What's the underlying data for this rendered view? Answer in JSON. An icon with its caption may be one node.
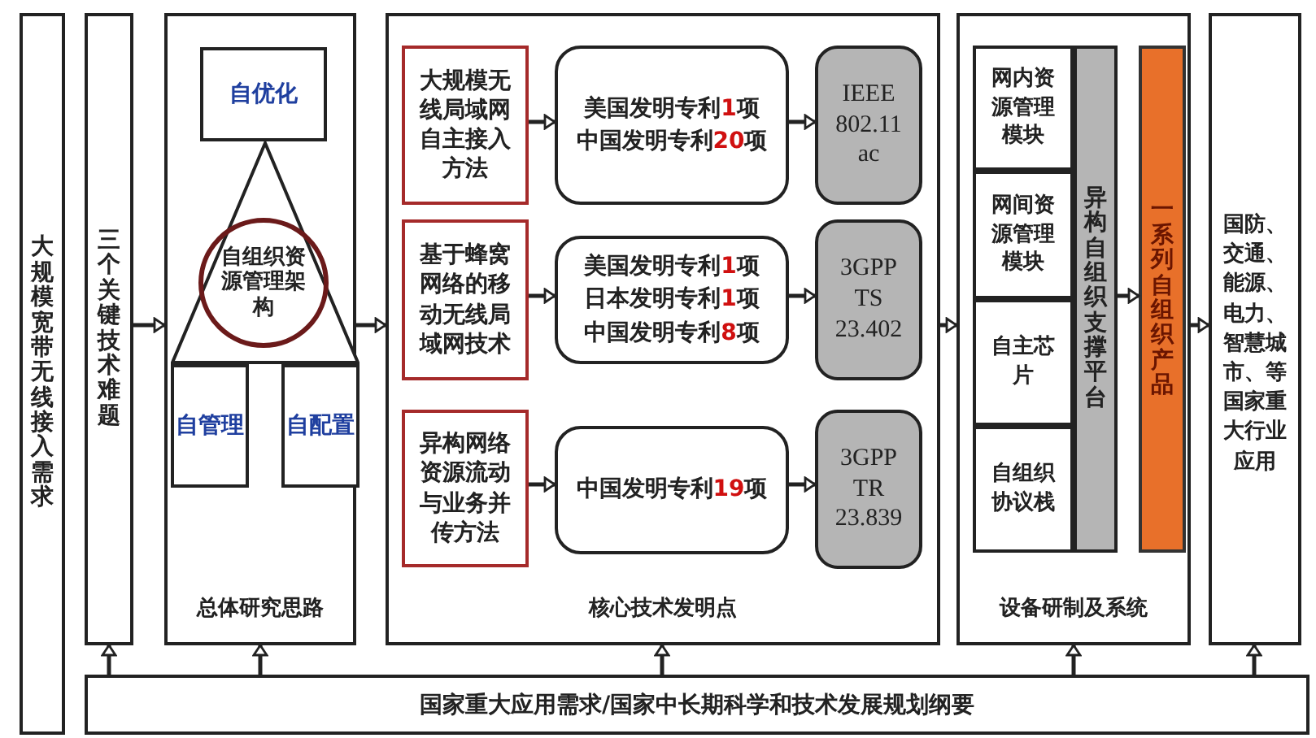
{
  "diagram": {
    "nodes": [
      {
        "text": [
          "大规模宽带无线接入需求"
        ]
      },
      {
        "text": [
          "三个关键技术难题"
        ]
      },
      {
        "text": [
          "总体研究思路"
        ]
      },
      {
        "text": [
          "自优化"
        ],
        "in": 2
      },
      {
        "text": [],
        "shape": "triangle",
        "in": 2
      },
      {
        "text": [
          "自组织资源管理架构"
        ],
        "in": 4
      },
      {
        "text": [
          "自管理"
        ],
        "in": 2
      },
      {
        "text": [
          "自配置"
        ],
        "in": 2
      },
      {
        "text": [
          "核心技术发明点"
        ]
      },
      {
        "text": [
          "大规模无线局域网自主接入方法"
        ],
        "in": 8
      },
      {
        "text": [
          "美国发明专利**1**项",
          "中国发明专利**20**项"
        ],
        "in": 8
      },
      {
        "text": [
          "IEEE 802.11 ac"
        ],
        "in": 8
      },
      {
        "text": [
          "基于蜂窝网络的移动无线局域网技术"
        ],
        "in": 8
      },
      {
        "text": [
          "美国发明专利**1**项",
          "日本发明专利**1**项",
          "中国发明专利**8**项"
        ],
        "in": 8
      },
      {
        "text": [
          "3GPP TS 23.402"
        ],
        "in": 8
      },
      {
        "text": [
          "异构网络资源流动与业务并传方法"
        ],
        "in": 8
      },
      {
        "text": [
          "中国发明专利**19**项"
        ],
        "in": 8
      },
      {
        "text": [
          "3GPP TR 23.839"
        ],
        "in": 8
      },
      {
        "text": [
          "设备研制及系统"
        ]
      },
      {
        "text": [
          "网内资源管理模块"
        ],
        "in": 18
      },
      {
        "text": [
          "网间资源管理模块"
        ],
        "in": 18
      },
      {
        "text": [
          "自主芯片"
        ],
        "in": 18
      },
      {
        "text": [
          "自组织协议栈"
        ],
        "in": 18
      },
      {
        "text": [
          "异构自组织支撑平台"
        ],
        "in": 18
      },
      {
        "text": [
          "一系列自组织产品"
        ],
        "in": 18
      },
      {
        "text": [
          "国防、交通、能源、电力、智慧城市、等国家重大行业应用"
        ]
      },
      {
        "text": [
          "国家重大应用需求/国家中长期科学和技术发展规划纲要"
        ]
      }
    ],
    "edges": [
      {
        "from": 1,
        "to": 2,
        "arrow": "to"
      },
      {
        "from": 2,
        "to": 8,
        "arrow": "to"
      },
      {
        "from": 9,
        "to": 10,
        "arrow": "to"
      },
      {
        "from": 10,
        "to": 11,
        "arrow": "to"
      },
      {
        "from": 12,
        "to": 13,
        "arrow": "to"
      },
      {
        "from": 13,
        "to": 14,
        "arrow": "to"
      },
      {
        "from": 15,
        "to": 16,
        "arrow": "to"
      },
      {
        "from": 16,
        "to": 17,
        "arrow": "to"
      },
      {
        "from": 8,
        "to": 18,
        "arrow": "to"
      },
      {
        "from": 23,
        "to": 24,
        "arrow": "to"
      },
      {
        "from": 18,
        "to": 25,
        "arrow": "to"
      },
      {
        "from": 26,
        "to": 1,
        "arrow": "to"
      },
      {
        "from": 26,
        "to": 2,
        "arrow": "to"
      },
      {
        "from": 26,
        "to": 8,
        "arrow": "to"
      },
      {
        "from": 26,
        "to": 18,
        "arrow": "to"
      },
      {
        "from": 26,
        "to": 25,
        "arrow": "to"
      }
    ]
  }
}
